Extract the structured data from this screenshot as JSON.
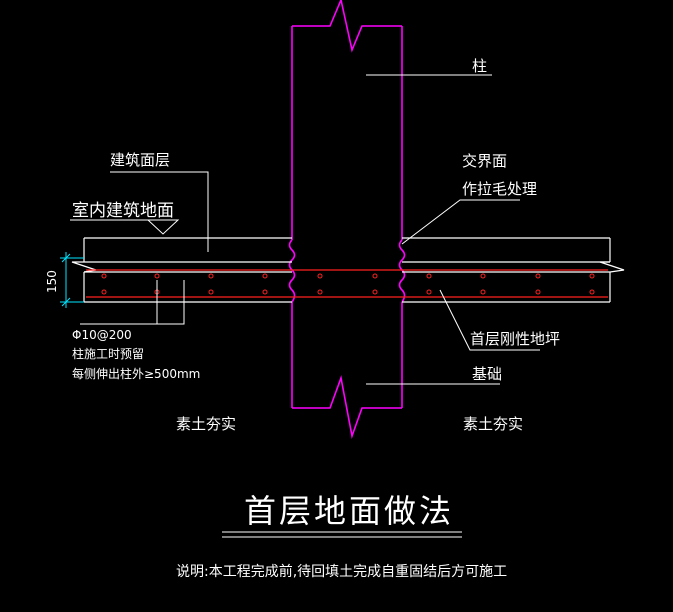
{
  "labels": {
    "column": "柱",
    "building_surface": "建筑面层",
    "indoor_floor": "室内建筑地面",
    "interface_line1": "交界面",
    "interface_line2": "作拉毛处理",
    "slab": "首层刚性地坪",
    "foundation": "基础",
    "soil_left": "素土夯实",
    "soil_right": "素土夯实",
    "rebar_line1": "Φ10@200",
    "rebar_line2": "柱施工时预留",
    "rebar_line3": "每侧伸出柱外≥500mm",
    "dimension": "150"
  },
  "title": "首层地面做法",
  "note": "说明:本工程完成前,待回填土完成自重固结后方可施工",
  "colors": {
    "background": "#000000",
    "column": "#ff00ff",
    "slab_outline": "#ffffff",
    "rebar": "#ff2020",
    "leader": "#ffffff",
    "dimension": "#00e5ff"
  }
}
